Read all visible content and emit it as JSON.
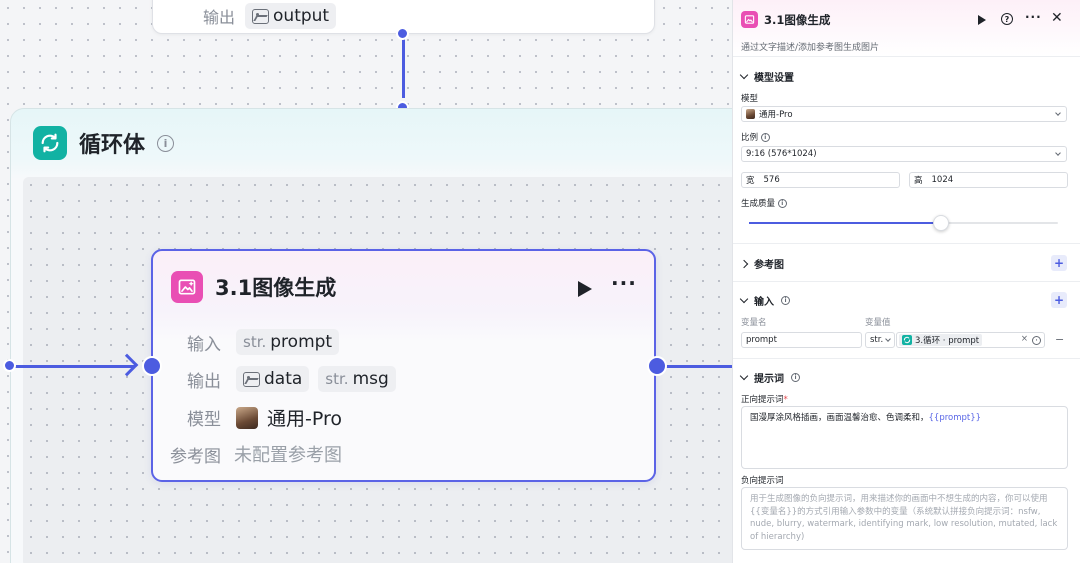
{
  "canvas": {
    "top_node": {
      "output_label": "输出",
      "output_chip": "output"
    },
    "loop": {
      "title": "循环体"
    },
    "image_node": {
      "title": "3.1图像生成",
      "input_label": "输入",
      "input_type": "str.",
      "input_name": "prompt",
      "output_label": "输出",
      "output_1": "data",
      "output_2_type": "str.",
      "output_2": "msg",
      "model_label": "模型",
      "model_value": "通用-Pro",
      "ref_label": "参考图",
      "ref_value": "未配置参考图"
    }
  },
  "panel": {
    "title": "3.1图像生成",
    "description": "通过文字描述/添加参考图生成图片",
    "model_section": {
      "header": "模型设置",
      "model_label": "模型",
      "model_value": "通用-Pro",
      "ratio_label": "比例",
      "ratio_value": "9:16 (576*1024)",
      "width_key": "宽",
      "width_value": "576",
      "height_key": "高",
      "height_value": "1024",
      "quality_label": "生成质量",
      "quality_fraction": 0.62
    },
    "ref_section": {
      "header": "参考图",
      "add": "+"
    },
    "input_section": {
      "header": "输入",
      "add": "+",
      "col_name": "变量名",
      "col_value": "变量值",
      "row_name": "prompt",
      "row_type": "str.",
      "row_ref": "3.循环 · prompt",
      "row_clear": "×",
      "row_remove": "−"
    },
    "prompt_section": {
      "header": "提示词",
      "positive_label": "正向提示词",
      "required_mark": "*",
      "positive_text": "国漫厚涂风格插画，画面温馨治愈、色调柔和，",
      "positive_var": "{{prompt}}",
      "negative_label": "负向提示词",
      "negative_placeholder_1": "用于生成图像的负向提示词，用来描述你的画面中不想生成的内容，你可以使用",
      "negative_placeholder_2": "{{变量名}}的方式引用输入参数中的变量（系统默认拼接负向提示词：nsfw, nude, blurry, watermark, identifying mark, low resolution, mutated, lack of hierarchy)"
    }
  },
  "colors": {
    "accent": "#4c5ce0",
    "loop_icon": "#12b2a3",
    "image_icon": "#e94fb4"
  }
}
